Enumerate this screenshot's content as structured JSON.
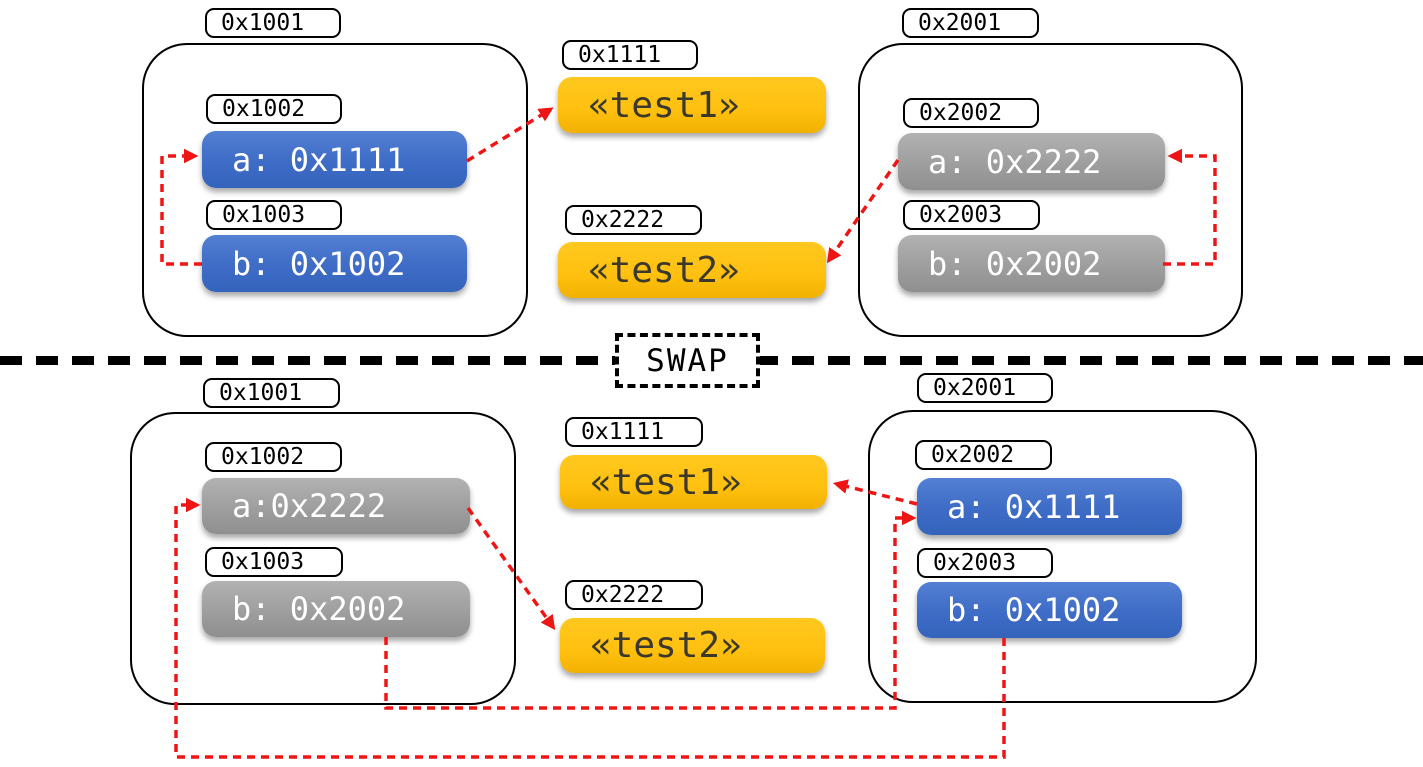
{
  "swap_label": "SWAP",
  "colors": {
    "blue": "#3E6CC6",
    "gray": "#9E9E9E",
    "gold": "#FFC010",
    "red": "#EE1515",
    "ink": "#000000"
  },
  "top": {
    "left_frame": {
      "tag": "0x1001",
      "slots": [
        {
          "tag": "0x1002",
          "value": "a: 0x1111",
          "variant": "blue"
        },
        {
          "tag": "0x1003",
          "value": "b: 0x1002",
          "variant": "blue"
        }
      ]
    },
    "heap": {
      "items": [
        {
          "tag": "0x1111",
          "value": "«test1»"
        },
        {
          "tag": "0x2222",
          "value": "«test2»"
        }
      ]
    },
    "right_frame": {
      "tag": "0x2001",
      "slots": [
        {
          "tag": "0x2002",
          "value": "a: 0x2222",
          "variant": "gray"
        },
        {
          "tag": "0x2003",
          "value": "b: 0x2002",
          "variant": "gray"
        }
      ]
    }
  },
  "bottom": {
    "left_frame": {
      "tag": "0x1001",
      "slots": [
        {
          "tag": "0x1002",
          "value": "a:0x2222",
          "variant": "gray"
        },
        {
          "tag": "0x1003",
          "value": "b: 0x2002",
          "variant": "gray"
        }
      ]
    },
    "heap": {
      "items": [
        {
          "tag": "0x1111",
          "value": "«test1»"
        },
        {
          "tag": "0x2222",
          "value": "«test2»"
        }
      ]
    },
    "right_frame": {
      "tag": "0x2001",
      "slots": [
        {
          "tag": "0x2002",
          "value": "a: 0x1111",
          "variant": "blue"
        },
        {
          "tag": "0x2003",
          "value": "b: 0x1002",
          "variant": "blue"
        }
      ]
    }
  }
}
